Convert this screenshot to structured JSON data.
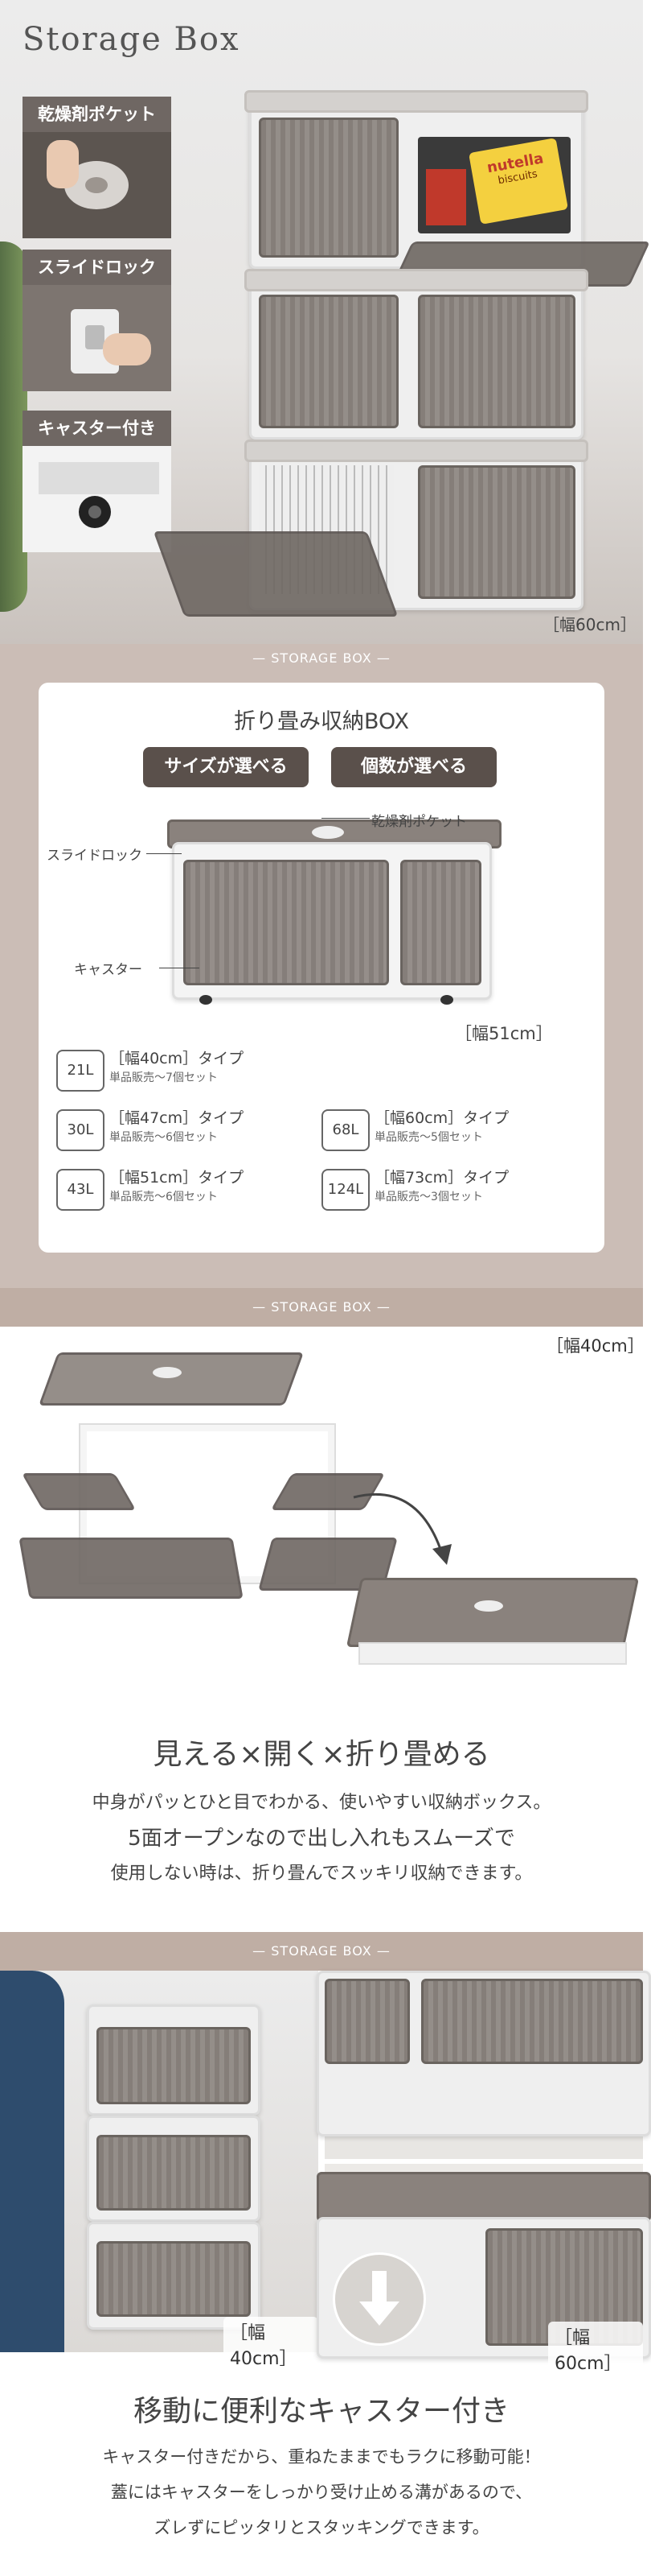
{
  "hero": {
    "title": "Storage Box",
    "features": [
      "乾燥剤ポケット",
      "スライドロック",
      "キャスター付き"
    ],
    "width_label": "［幅60cm］",
    "product_labels": [
      "nutella",
      "biscuits"
    ]
  },
  "section_tag": "— STORAGE BOX —",
  "lineup": {
    "heading": "折り畳み収納BOX",
    "pills": [
      "サイズが選べる",
      "個数が選べる"
    ],
    "callouts": {
      "pocket": "乾燥剤ポケット",
      "lock": "スライドロック",
      "caster": "キャスター"
    },
    "width_label": "［幅51cm］",
    "sizes": [
      {
        "volume": "21L",
        "name": "［幅40cm］タイプ",
        "sub": "単品販売〜7個セット"
      },
      {
        "volume": "30L",
        "name": "［幅47cm］タイプ",
        "sub": "単品販売〜6個セット"
      },
      {
        "volume": "68L",
        "name": "［幅60cm］タイプ",
        "sub": "単品販売〜5個セット"
      },
      {
        "volume": "43L",
        "name": "［幅51cm］タイプ",
        "sub": "単品販売〜6個セット"
      },
      {
        "volume": "124L",
        "name": "［幅73cm］タイプ",
        "sub": "単品販売〜3個セット"
      }
    ]
  },
  "open_section": {
    "width_label": "［幅40cm］",
    "heading": "見える×開く×折り畳める",
    "lines": [
      "中身がパッとひと目でわかる、使いやすい収納ボックス。",
      "5面オープンなので出し入れもスムーズで",
      "使用しない時は、折り畳んでスッキリ収納できます。"
    ]
  },
  "caster_section": {
    "width_label_left": "［幅40cm］",
    "width_label_right": "［幅60cm］",
    "heading": "移動に便利なキャスター付き",
    "lines": [
      "キャスター付きだから、重ねたままでもラクに移動可能！",
      "蓋にはキャスターをしっかり受け止める溝があるので、",
      "ズレずにピッタリとスタッキングできます。"
    ]
  }
}
